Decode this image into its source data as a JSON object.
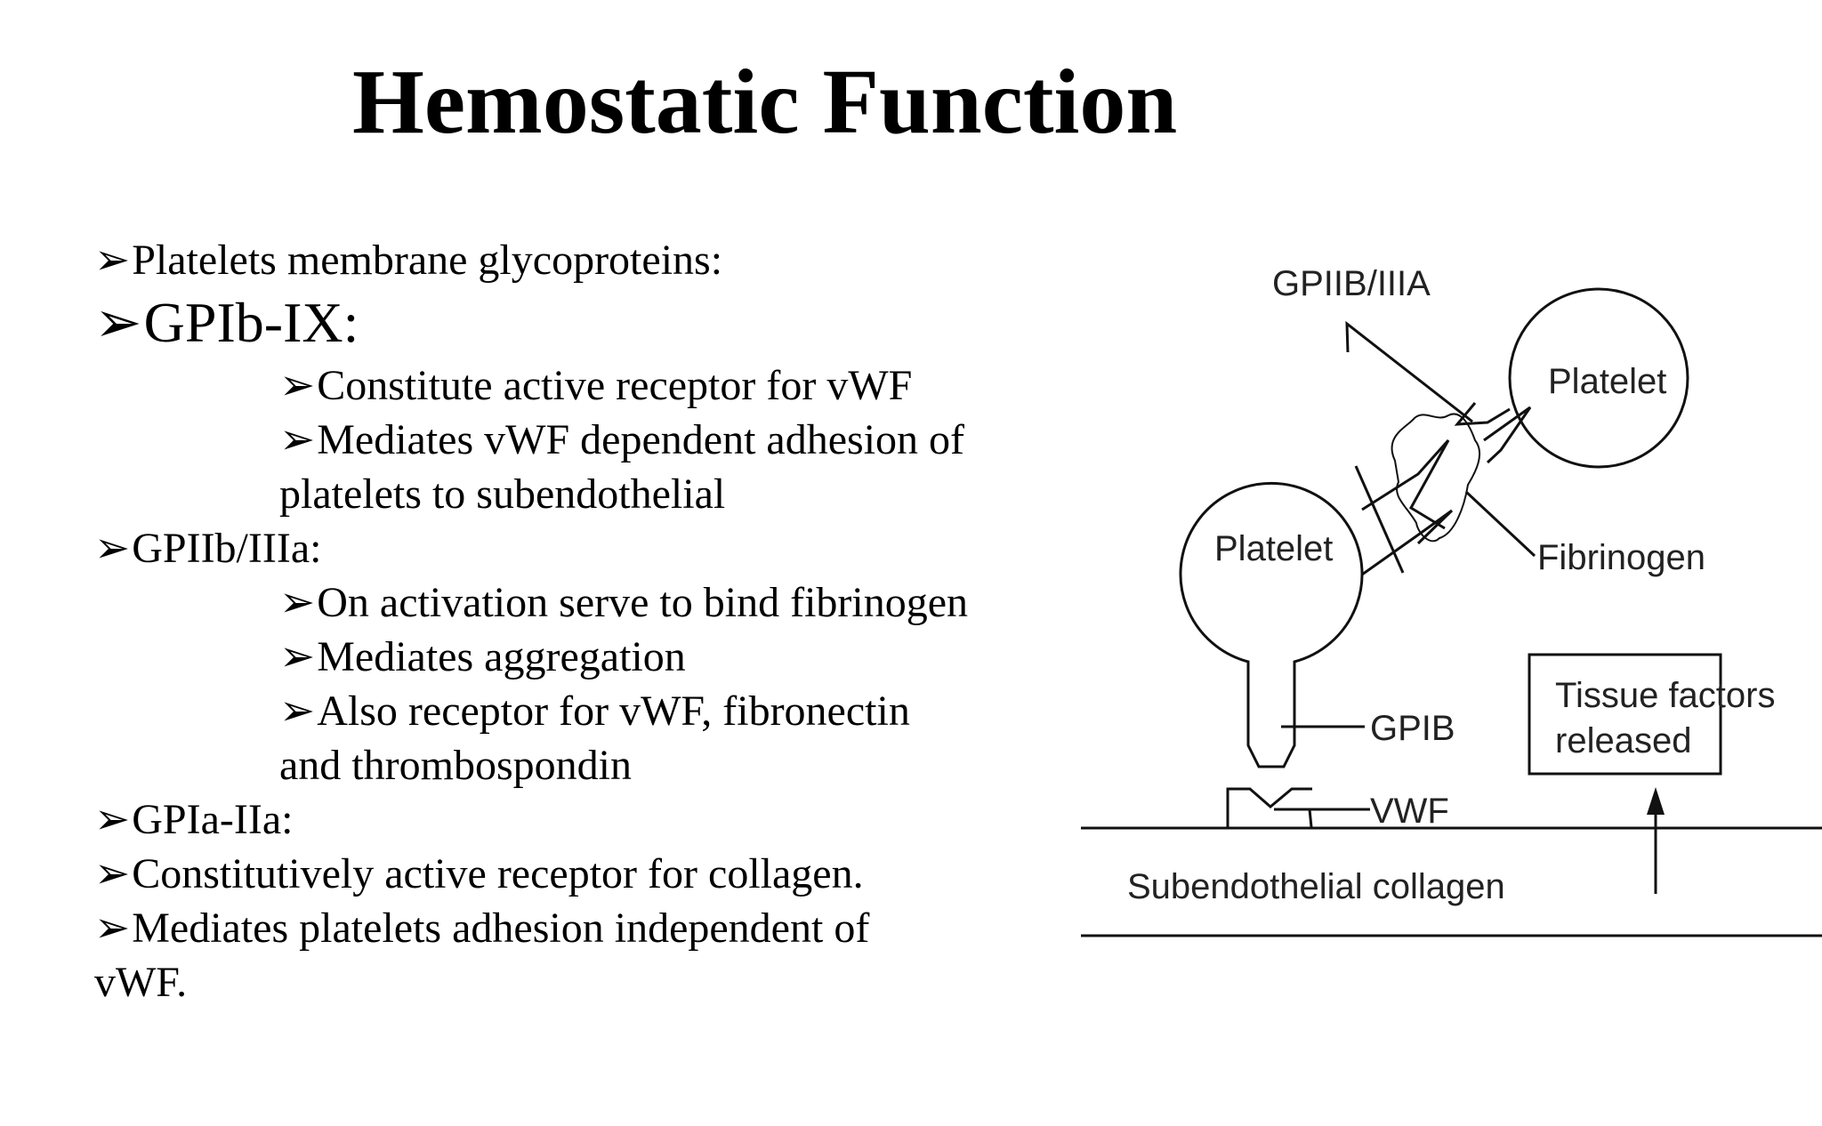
{
  "slide": {
    "title": "Hemostatic Function"
  },
  "bullets": {
    "arrow": "➢",
    "items": [
      "Platelets membrane glycoproteins:",
      "GPIb-IX:",
      "Constitute active receptor  for  vWF",
      "Mediates vWF dependent adhesion of",
      "platelets to subendothelial",
      "GPIIb/IIIa:",
      "On activation serve to bind fibrinogen",
      "Mediates aggregation",
      "Also receptor for vWF, fibronectin",
      "and thrombospondin",
      "GPIa-IIa:",
      "Constitutively active receptor for collagen.",
      "Mediates platelets adhesion independent of",
      "vWF."
    ]
  },
  "diagram": {
    "labels": {
      "gpiib_iiia": "GPIIB/IIIA",
      "platelet_top": "Platelet",
      "platelet_left": "Platelet",
      "fibrinogen": "Fibrinogen",
      "gpib": "GPIB",
      "vwf": "VWF",
      "tissue_factors_1": "Tissue factors",
      "tissue_factors_2": "released",
      "subendothelial_collagen": "Subendothelial collagen"
    }
  }
}
